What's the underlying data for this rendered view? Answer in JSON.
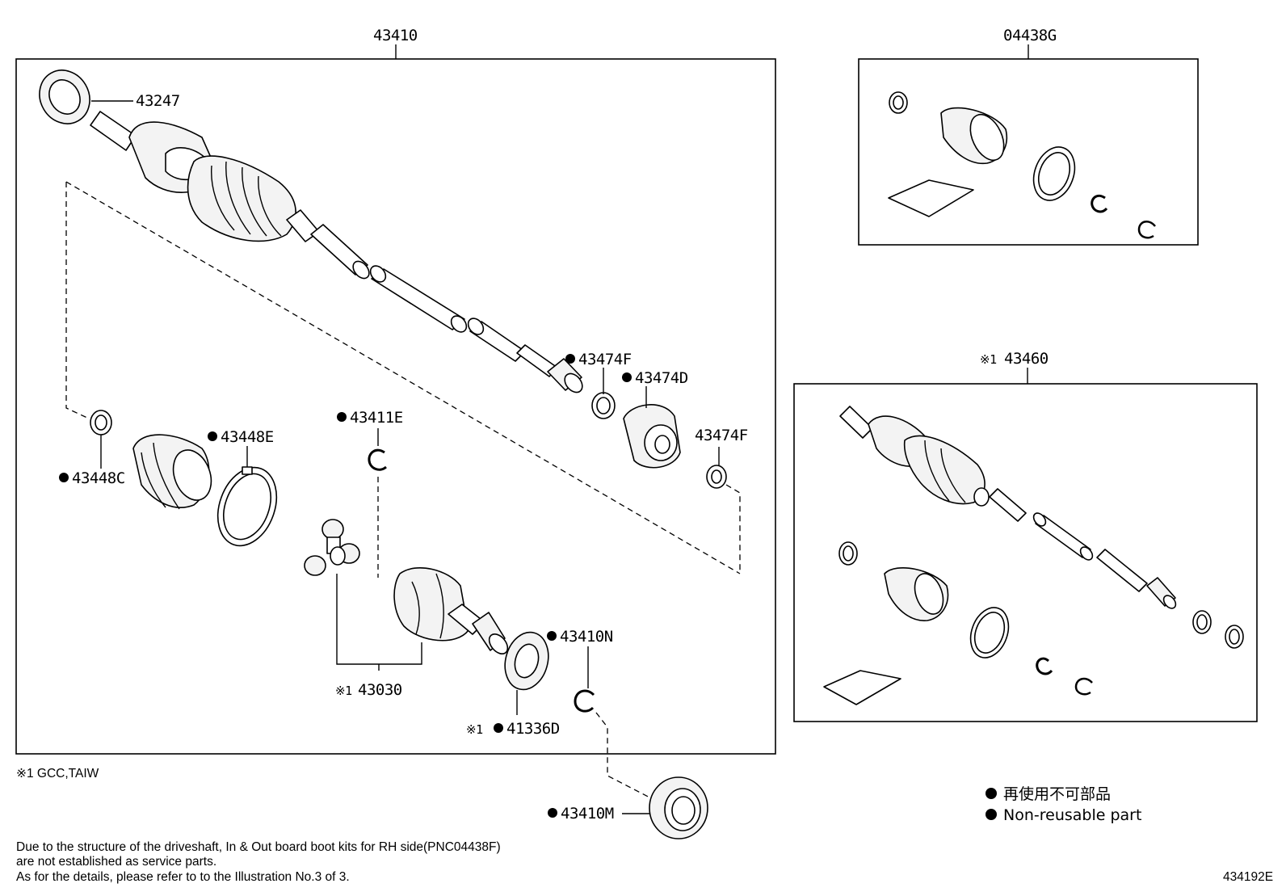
{
  "groups": {
    "driveshaft_assy": "43410",
    "boot_kit": "04438G",
    "assy_rh_prefix": "※1",
    "assy_rh": "43460"
  },
  "parts": {
    "p43247": "43247",
    "p43474F_a": "43474F",
    "p43474D": "43474D",
    "p43474F_b": "43474F",
    "p43411E": "43411E",
    "p43448E": "43448E",
    "p43448C": "43448C",
    "p43030_prefix": "※1",
    "p43030": "43030",
    "p43410N": "43410N",
    "p41336D_prefix": "※1",
    "p41336D": "41336D",
    "p43410M": "43410M"
  },
  "notes": {
    "footnote": "※1 GCC,TAIW",
    "line1": "Due to the structure of the driveshaft, In & Out board  boot kits for RH side(PNC04438F)",
    "line2": "are not established as service parts.",
    "line3": "As for the details, please refer to to the Illustration No.3 of 3.",
    "illustration_no": "434192E"
  },
  "legend": {
    "jp": "再使用不可部品",
    "en": "Non-reusable part"
  }
}
